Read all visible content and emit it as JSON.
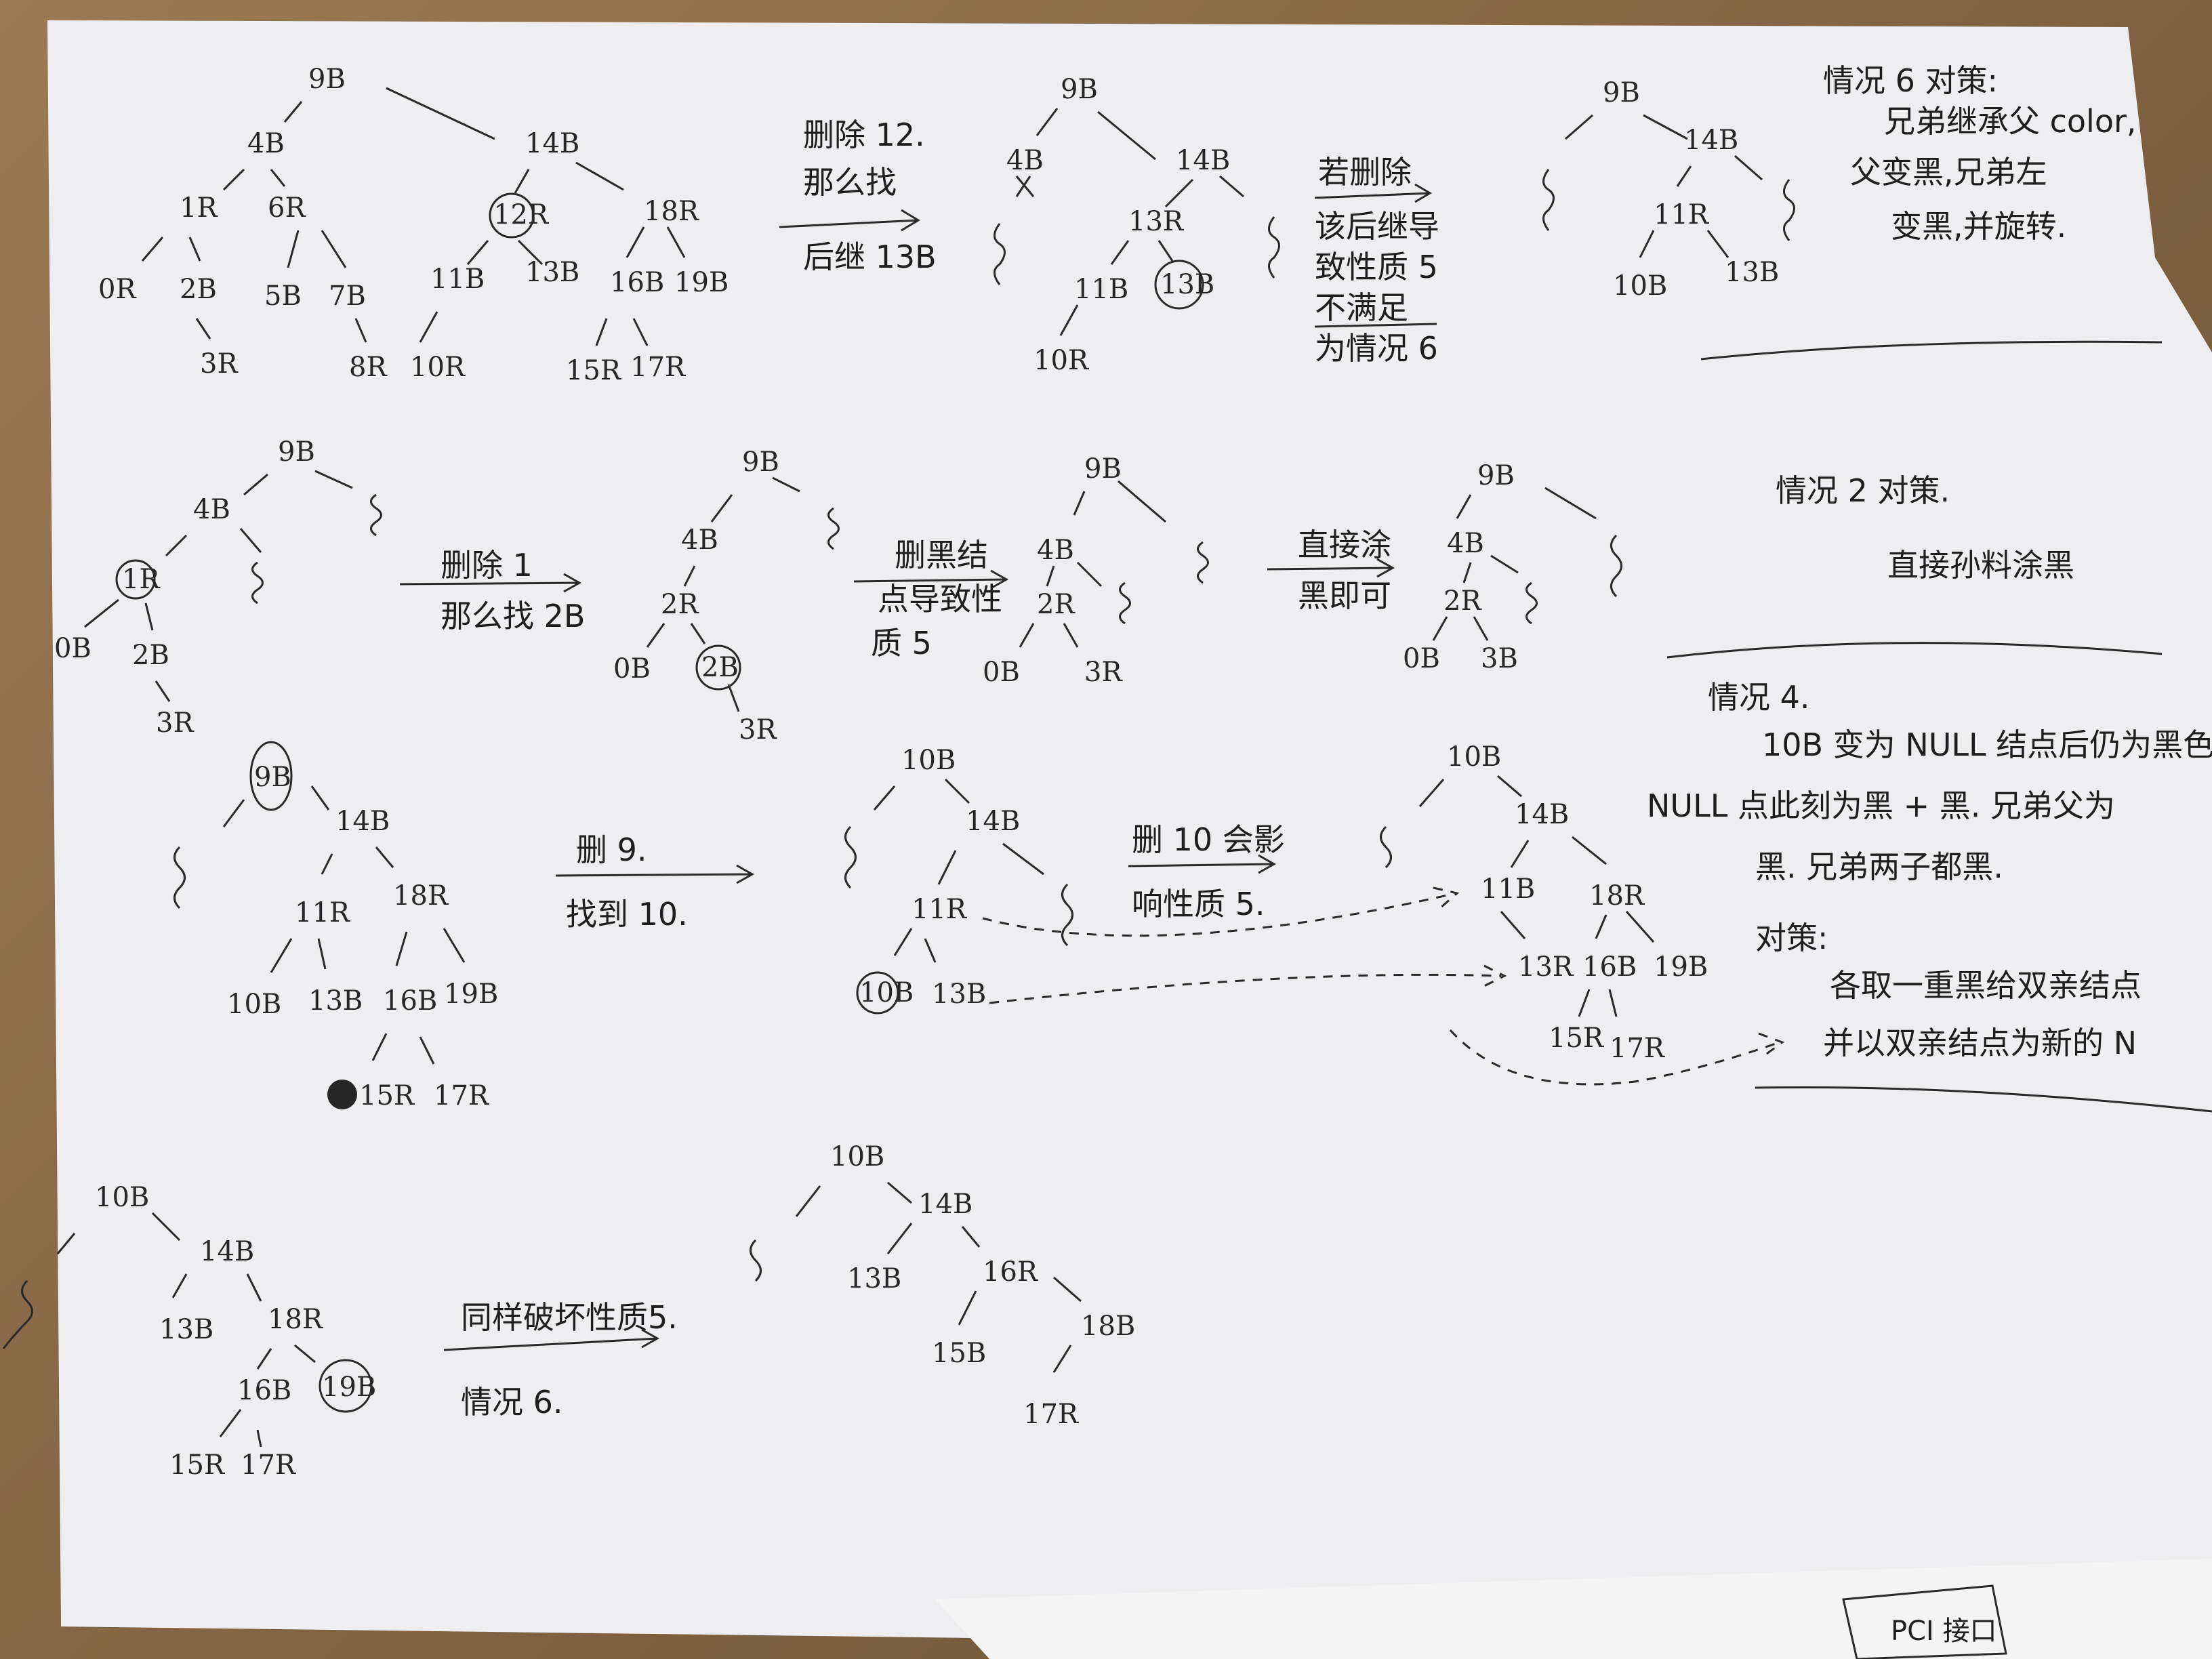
{
  "row1": {
    "tree_a": [
      "9B",
      "4B",
      "14B",
      "1R",
      "6R",
      "12R",
      "18R",
      "0R",
      "2B",
      "5B",
      "7B",
      "11B",
      "13B",
      "16B",
      "19B",
      "3R",
      "8R",
      "10R",
      "15R",
      "17R"
    ],
    "step1": {
      "line1": "删除 12.",
      "line2": "那么找",
      "line3": "后继 13B"
    },
    "tree_b": [
      "9B",
      "4B",
      "14B",
      "13R",
      "11B",
      "13B",
      "10R"
    ],
    "step2": {
      "line1": "若删除",
      "line2": "该后继导",
      "line3": "致性质 5",
      "line4": "不满足",
      "line5": "为情况 6"
    },
    "tree_c": [
      "9B",
      "14B",
      "11R",
      "10B",
      "13B"
    ],
    "note": {
      "line1": "情况 6 对策:",
      "line2": "兄弟继承父 color,",
      "line3": "父变黑,兄弟左",
      "line4": "变黑,并旋转."
    }
  },
  "row2": {
    "tree_a": [
      "9B",
      "4B",
      "1R",
      "0B",
      "2B",
      "3R"
    ],
    "step1": {
      "line1": "删除 1",
      "line2": "那么找 2B"
    },
    "tree_b": [
      "9B",
      "4B",
      "2R",
      "0B",
      "2B",
      "3R"
    ],
    "step2": {
      "line1": "删黑结",
      "line2": "点导致性",
      "line3": "质 5"
    },
    "tree_c": [
      "9B",
      "4B",
      "2R",
      "0B",
      "3R"
    ],
    "step3": {
      "line1": "直接涂",
      "line2": "黑即可"
    },
    "tree_d": [
      "9B",
      "4B",
      "2R",
      "0B",
      "3B"
    ],
    "note": {
      "line1": "情况 2 对策.",
      "line2": "直接孙料涂黑"
    }
  },
  "row3": {
    "tree_a": [
      "9B",
      "14B",
      "11R",
      "18R",
      "10B",
      "13B",
      "16B",
      "19B",
      "15R",
      "17R"
    ],
    "step1": {
      "line1": "删 9.",
      "line2": "找到 10."
    },
    "tree_b": [
      "10B",
      "14B",
      "11R",
      "10B",
      "13B"
    ],
    "step2": {
      "line1": "删 10 会影",
      "line2": "响性质 5."
    },
    "tree_c": [
      "10B",
      "14B",
      "11B",
      "18R",
      "13R",
      "16B",
      "19B",
      "15R",
      "17R"
    ],
    "note": {
      "line1": "情况 4.",
      "line2": "10B 变为 NULL 结点后仍为黑色.",
      "line3": "NULL 点此刻为黑 + 黑. 兄弟父为",
      "line4": "黑. 兄弟两子都黑.",
      "line5": "对策:",
      "line6": "各取一重黑给双亲结点",
      "line7": "并以双亲结点为新的 N"
    }
  },
  "row4": {
    "tree_a": [
      "10B",
      "14B",
      "13B",
      "18R",
      "16B",
      "19B",
      "15R",
      "17R"
    ],
    "step1": {
      "line1": "同样破坏性质5.",
      "line2": "情况 6."
    },
    "tree_b": [
      "10B",
      "14B",
      "13B",
      "16R",
      "15B",
      "18B",
      "17R"
    ]
  },
  "bottom": {
    "label": "PCI 接口"
  }
}
